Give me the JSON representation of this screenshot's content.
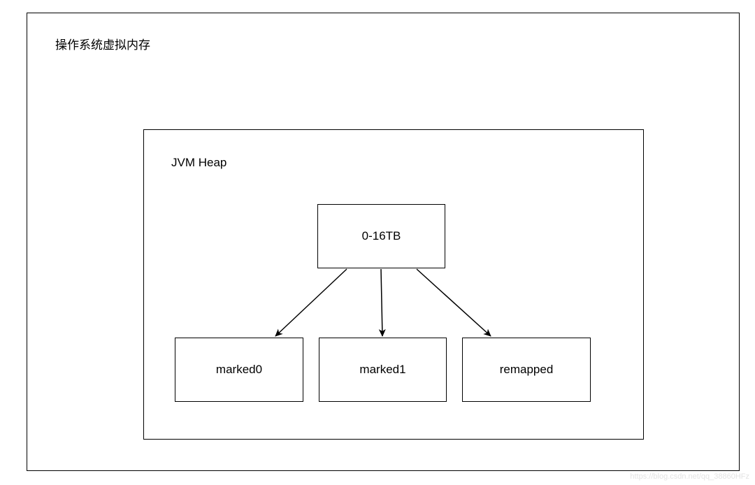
{
  "outer": {
    "title": "操作系统虚拟内存"
  },
  "heap": {
    "title": "JVM Heap"
  },
  "nodes": {
    "root": "0-16TB",
    "marked0": "marked0",
    "marked1": "marked1",
    "remapped": "remapped"
  },
  "edges": [
    {
      "from": "root",
      "to": "marked0"
    },
    {
      "from": "root",
      "to": "marked1"
    },
    {
      "from": "root",
      "to": "remapped"
    }
  ],
  "watermark": "https://blog.csdn.net/qq_38860HFz",
  "colors": {
    "line": "#000000",
    "background": "#ffffff"
  }
}
